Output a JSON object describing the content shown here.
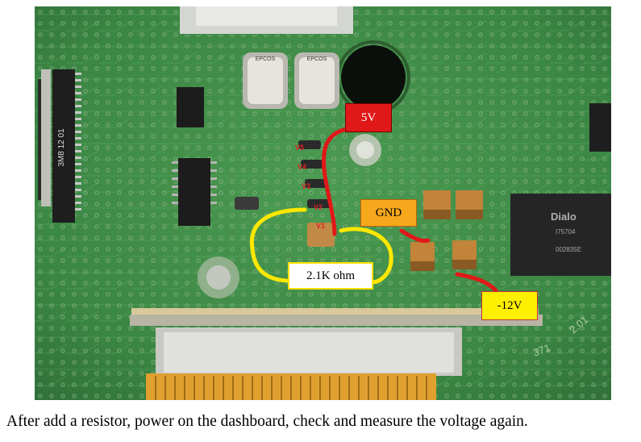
{
  "caption": "After add a resistor, power on the dashboard, check and measure the voltage again.",
  "labels": {
    "v5": "5V",
    "gnd": "GND",
    "neg12v": "-12V",
    "resistor": "2.1K ohm"
  },
  "pin_marks": [
    "V5",
    "V4",
    "V3",
    "V2",
    "V1"
  ],
  "chip_text": {
    "dialog_top": "Dialo",
    "dialog_code1": "I75704",
    "dialog_code2": "002835E",
    "epcos": "EPCOS",
    "board_mark1": "371",
    "board_mark2": "2.01",
    "left_chip_mark": "3M8 12 01"
  },
  "colors": {
    "board": "#3d8a46",
    "red_wire": "#e01818",
    "yellow_wire": "#ffe800",
    "gnd_box": "#f5a81c",
    "neg_box": "#ffef00"
  }
}
